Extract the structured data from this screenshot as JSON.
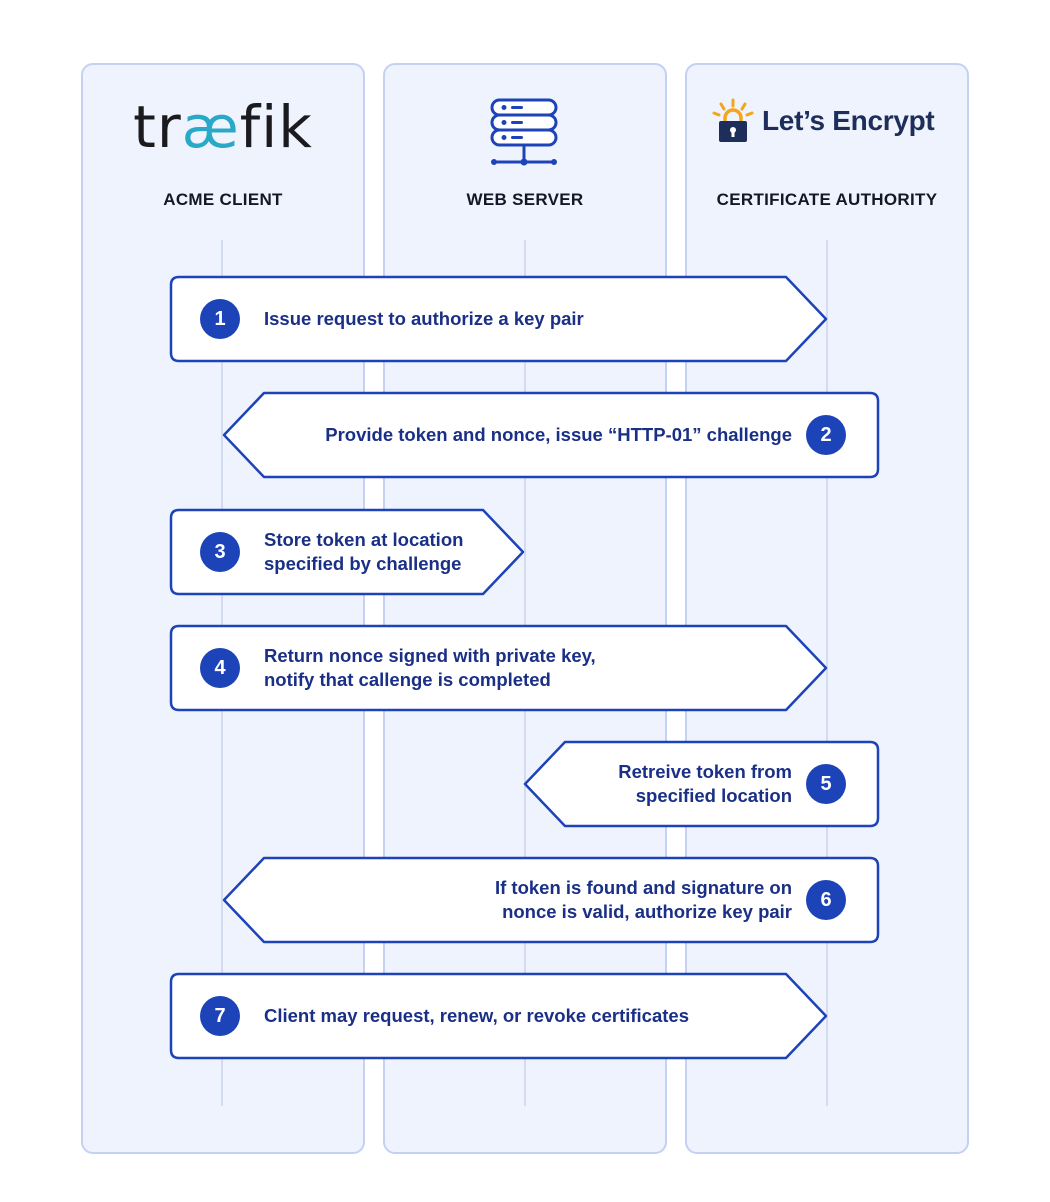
{
  "lanes": [
    {
      "label": "ACME CLIENT",
      "logo_text": "træfik"
    },
    {
      "label": "WEB SERVER"
    },
    {
      "label": "CERTIFICATE AUTHORITY",
      "logo_text": "Let’s Encrypt"
    }
  ],
  "steps": [
    {
      "num": "1",
      "lines": [
        "Issue request to authorize a key pair"
      ]
    },
    {
      "num": "2",
      "lines": [
        "Provide token and nonce, issue “HTTP-01” challenge"
      ]
    },
    {
      "num": "3",
      "lines": [
        "Store token at location",
        "specified by challenge"
      ]
    },
    {
      "num": "4",
      "lines": [
        "Return nonce signed with private key,",
        "notify that callenge is completed"
      ]
    },
    {
      "num": "5",
      "lines": [
        "Retreive token from",
        "specified location"
      ]
    },
    {
      "num": "6",
      "lines": [
        "If token is found and signature on",
        "nonce is valid, authorize key pair"
      ]
    },
    {
      "num": "7",
      "lines": [
        "Client may request, renew, or revoke certificates"
      ]
    }
  ],
  "colors": {
    "lane_bg": "#eff3fd",
    "lane_border": "#c5d1f3",
    "arrow_border": "#1d43b8",
    "badge": "#1d43b8",
    "step_text": "#1a2f86",
    "traefik_accent": "#2aa8c8",
    "le_orange": "#f3a51b",
    "le_navy": "#1d2e5b"
  }
}
